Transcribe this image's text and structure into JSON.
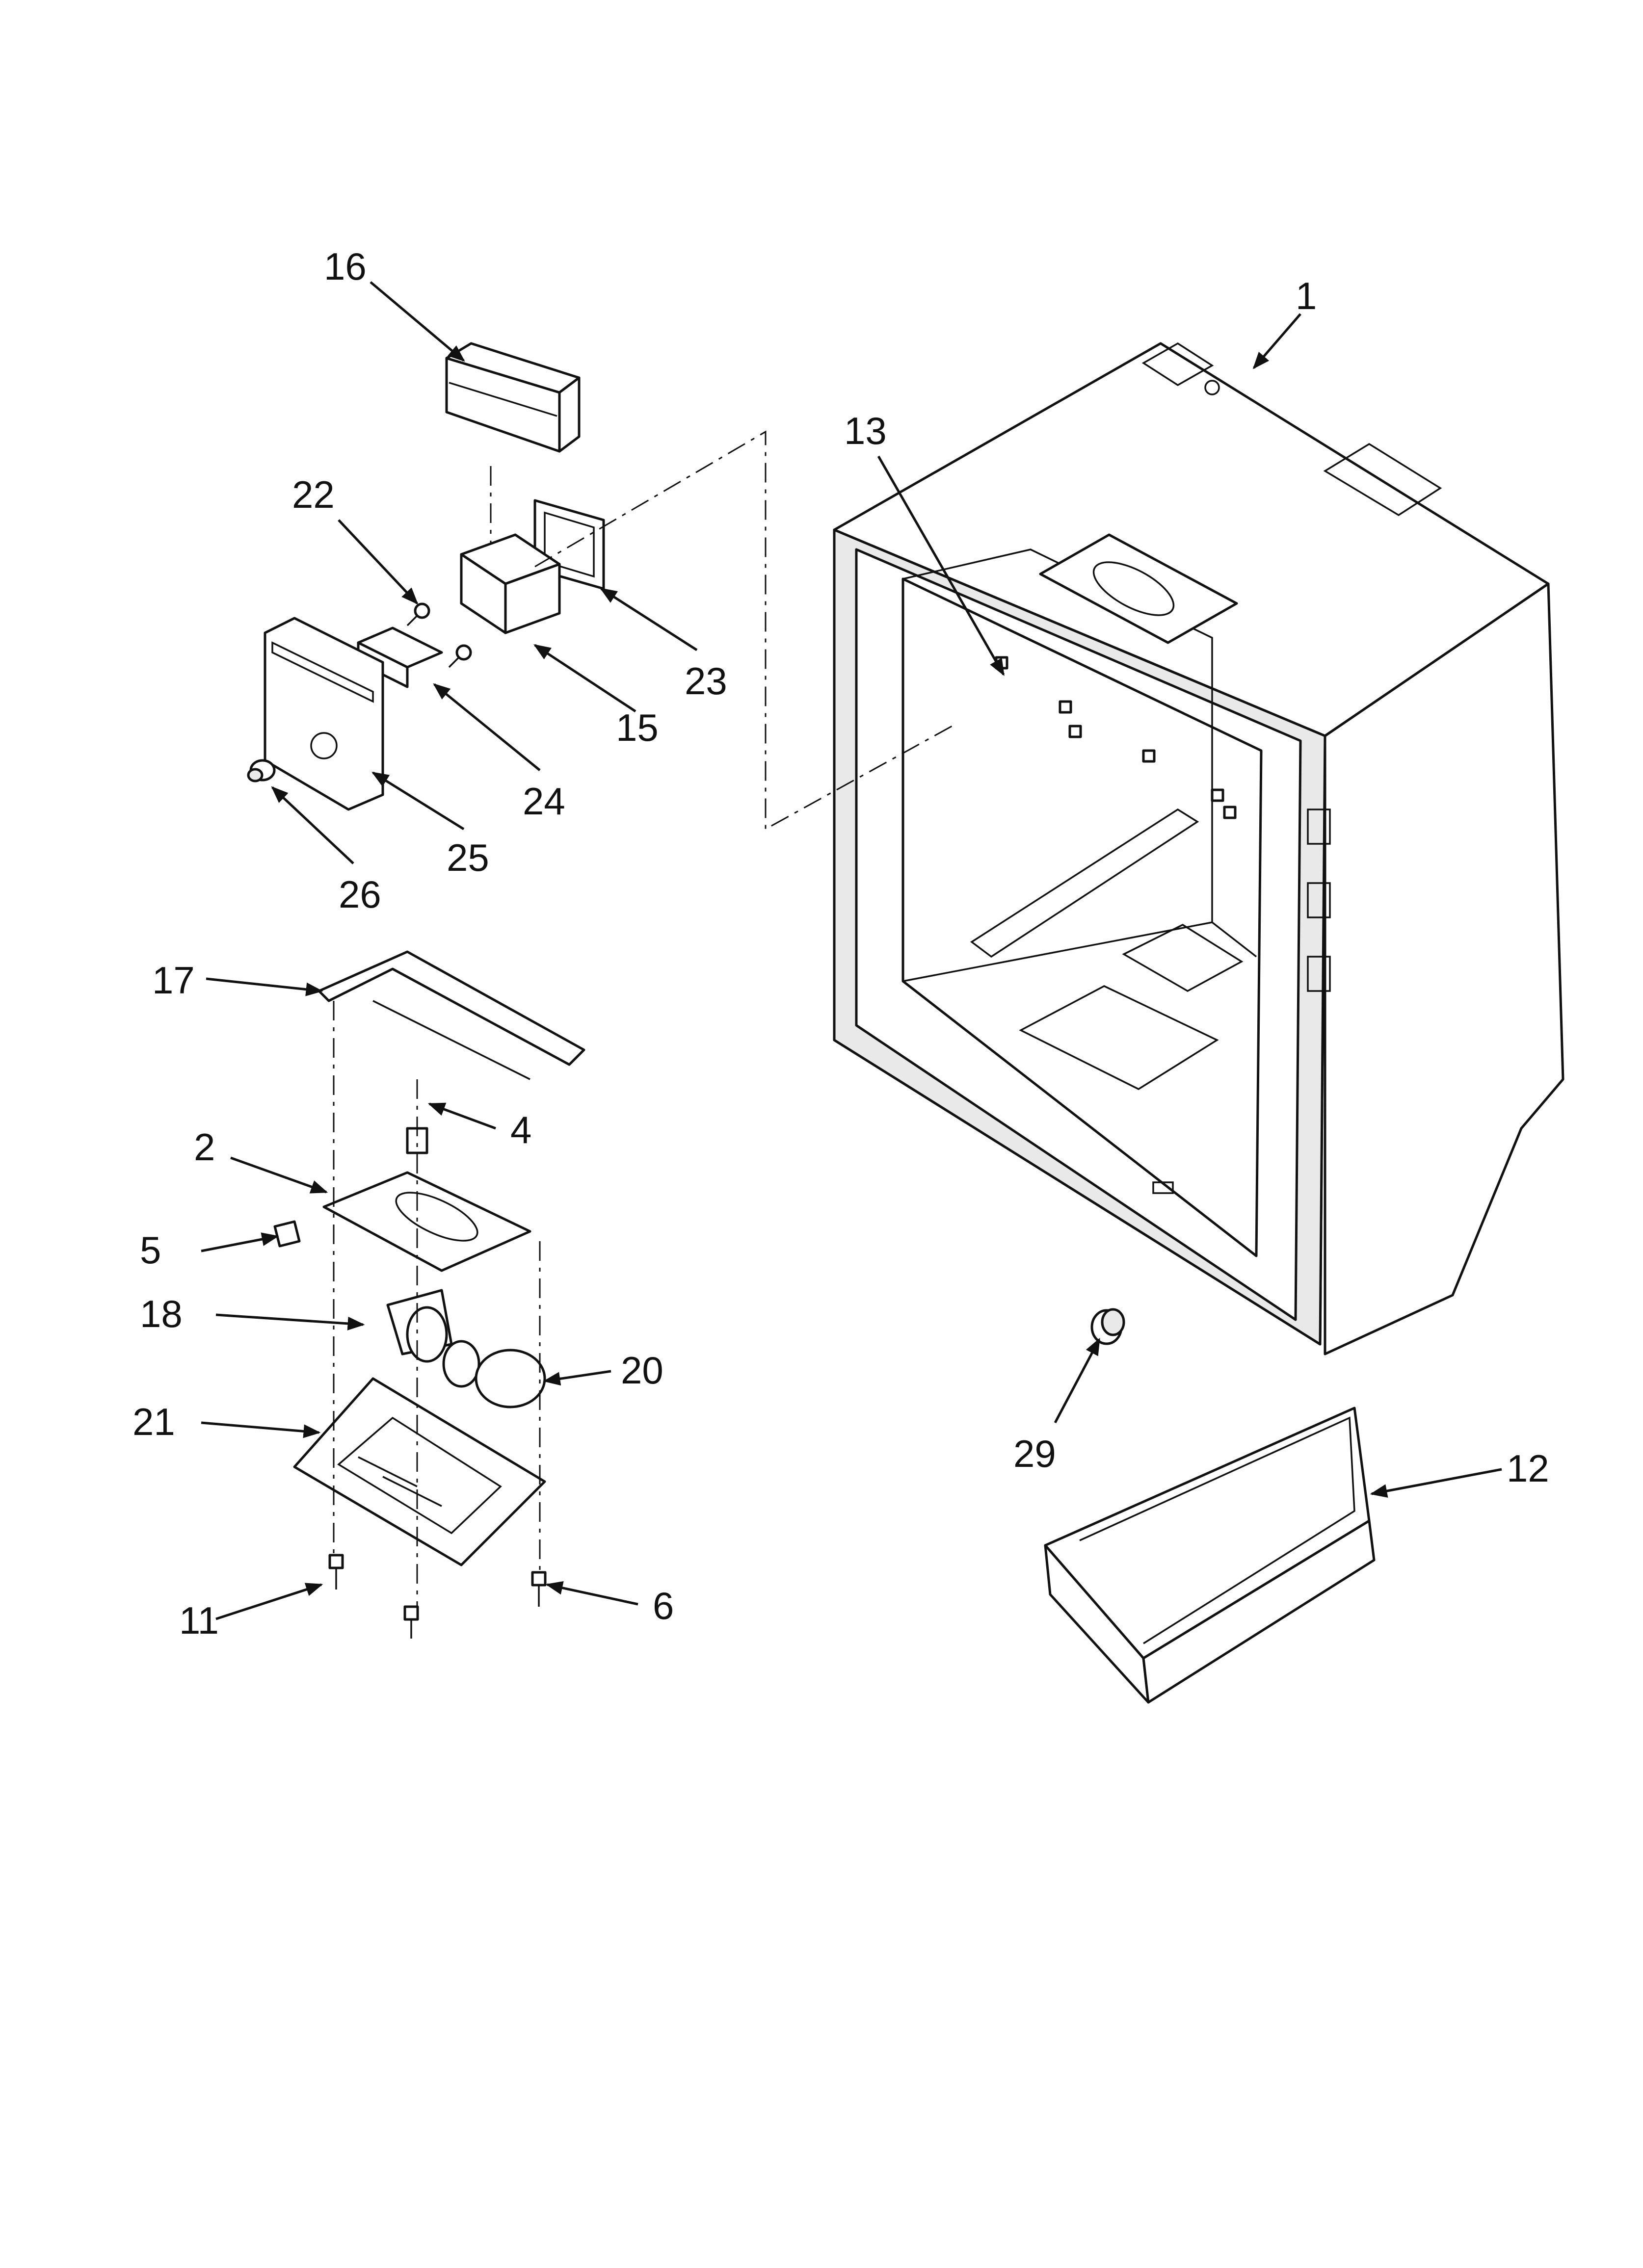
{
  "diagram": {
    "callouts": [
      {
        "id": "1",
        "text": "1"
      },
      {
        "id": "2",
        "text": "2"
      },
      {
        "id": "4",
        "text": "4"
      },
      {
        "id": "5",
        "text": "5"
      },
      {
        "id": "6",
        "text": "6"
      },
      {
        "id": "11",
        "text": "11"
      },
      {
        "id": "12",
        "text": "12"
      },
      {
        "id": "13",
        "text": "13"
      },
      {
        "id": "15",
        "text": "15"
      },
      {
        "id": "16",
        "text": "16"
      },
      {
        "id": "17",
        "text": "17"
      },
      {
        "id": "18",
        "text": "18"
      },
      {
        "id": "20",
        "text": "20"
      },
      {
        "id": "21",
        "text": "21"
      },
      {
        "id": "22",
        "text": "22"
      },
      {
        "id": "23",
        "text": "23"
      },
      {
        "id": "24",
        "text": "24"
      },
      {
        "id": "25",
        "text": "25"
      },
      {
        "id": "26",
        "text": "26"
      },
      {
        "id": "29",
        "text": "29"
      }
    ]
  }
}
